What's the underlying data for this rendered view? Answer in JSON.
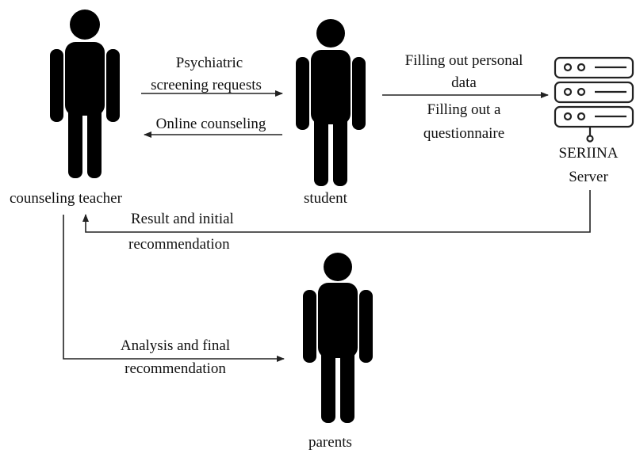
{
  "actors": {
    "teacher": "counseling teacher",
    "student": "student",
    "parents": "parents"
  },
  "server": {
    "name_line1": "SERIINA",
    "name_line2": "Server",
    "icon": "server-rack-icon"
  },
  "flows": {
    "teacher_to_student": {
      "line1": "Psychiatric",
      "line2": "screening requests"
    },
    "student_to_teacher": {
      "line1": "Online counseling"
    },
    "student_to_server": {
      "line1": "Filling out personal",
      "line2": "data",
      "line3": "Filling out a",
      "line4": "questionnaire"
    },
    "server_to_teacher": {
      "line1": "Result and initial",
      "line2": "recommendation"
    },
    "teacher_to_parents": {
      "line1": "Analysis and final",
      "line2": "recommendation"
    }
  },
  "colors": {
    "figure": "#000000",
    "line": "#222222",
    "text": "#111111"
  }
}
